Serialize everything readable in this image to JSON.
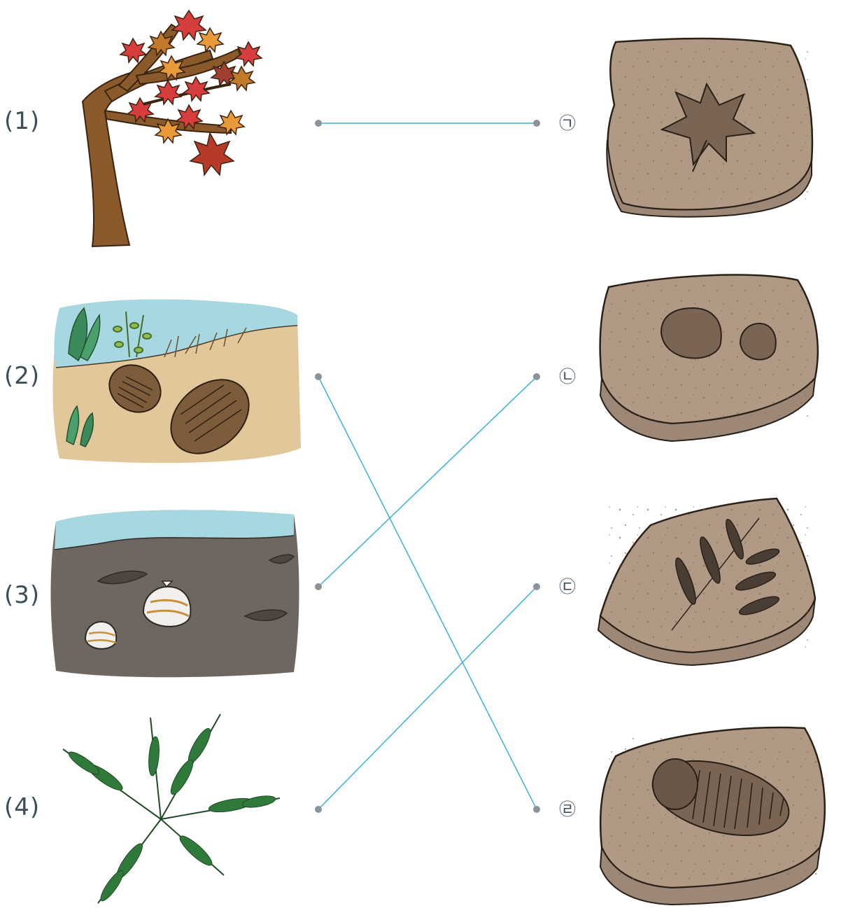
{
  "left_items": [
    {
      "label": "(1)",
      "subject": "maple tree"
    },
    {
      "label": "(2)",
      "subject": "trilobites in seabed"
    },
    {
      "label": "(3)",
      "subject": "clams in mud"
    },
    {
      "label": "(4)",
      "subject": "fern"
    }
  ],
  "right_items": [
    {
      "label": "㉠",
      "subject": "maple leaf fossil"
    },
    {
      "label": "㉡",
      "subject": "clam fossil"
    },
    {
      "label": "㉢",
      "subject": "fern fossil"
    },
    {
      "label": "㉣",
      "subject": "trilobite fossil"
    }
  ],
  "connections": [
    {
      "from": "(1)",
      "to": "㉠"
    },
    {
      "from": "(2)",
      "to": "㉣"
    },
    {
      "from": "(3)",
      "to": "㉡"
    },
    {
      "from": "(4)",
      "to": "㉢"
    }
  ],
  "colors": {
    "line": "#3ab2dc",
    "dot": "#8a9399",
    "label": "#3c4f57",
    "rock": "#b09a86",
    "rock_side": "#9d8878"
  }
}
